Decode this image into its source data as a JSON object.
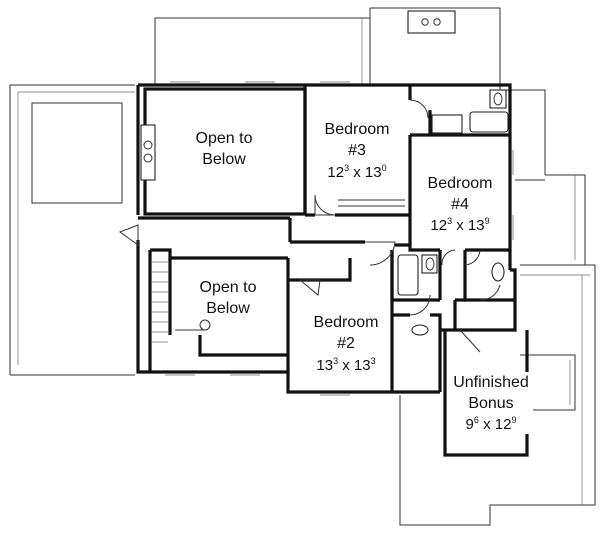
{
  "rooms": {
    "open_below_1": {
      "line1": "Open to",
      "line2": "Below"
    },
    "bedroom3": {
      "line1": "Bedroom",
      "line2": "#3",
      "dim_a": "12",
      "dim_a_sup": "3",
      "dim_sep": " x ",
      "dim_b": "13",
      "dim_b_sup": "0"
    },
    "bedroom4": {
      "line1": "Bedroom",
      "line2": "#4",
      "dim_a": "12",
      "dim_a_sup": "3",
      "dim_sep": " x ",
      "dim_b": "13",
      "dim_b_sup": "9"
    },
    "open_below_2": {
      "line1": "Open to",
      "line2": "Below"
    },
    "bedroom2": {
      "line1": "Bedroom",
      "line2": "#2",
      "dim_a": "13",
      "dim_a_sup": "3",
      "dim_sep": " x ",
      "dim_b": "13",
      "dim_b_sup": "3"
    },
    "bonus": {
      "line1": "Unfinished",
      "line2": "Bonus",
      "dim_a": "9",
      "dim_a_sup": "6",
      "dim_sep": " x ",
      "dim_b": "12",
      "dim_b_sup": "9"
    }
  }
}
